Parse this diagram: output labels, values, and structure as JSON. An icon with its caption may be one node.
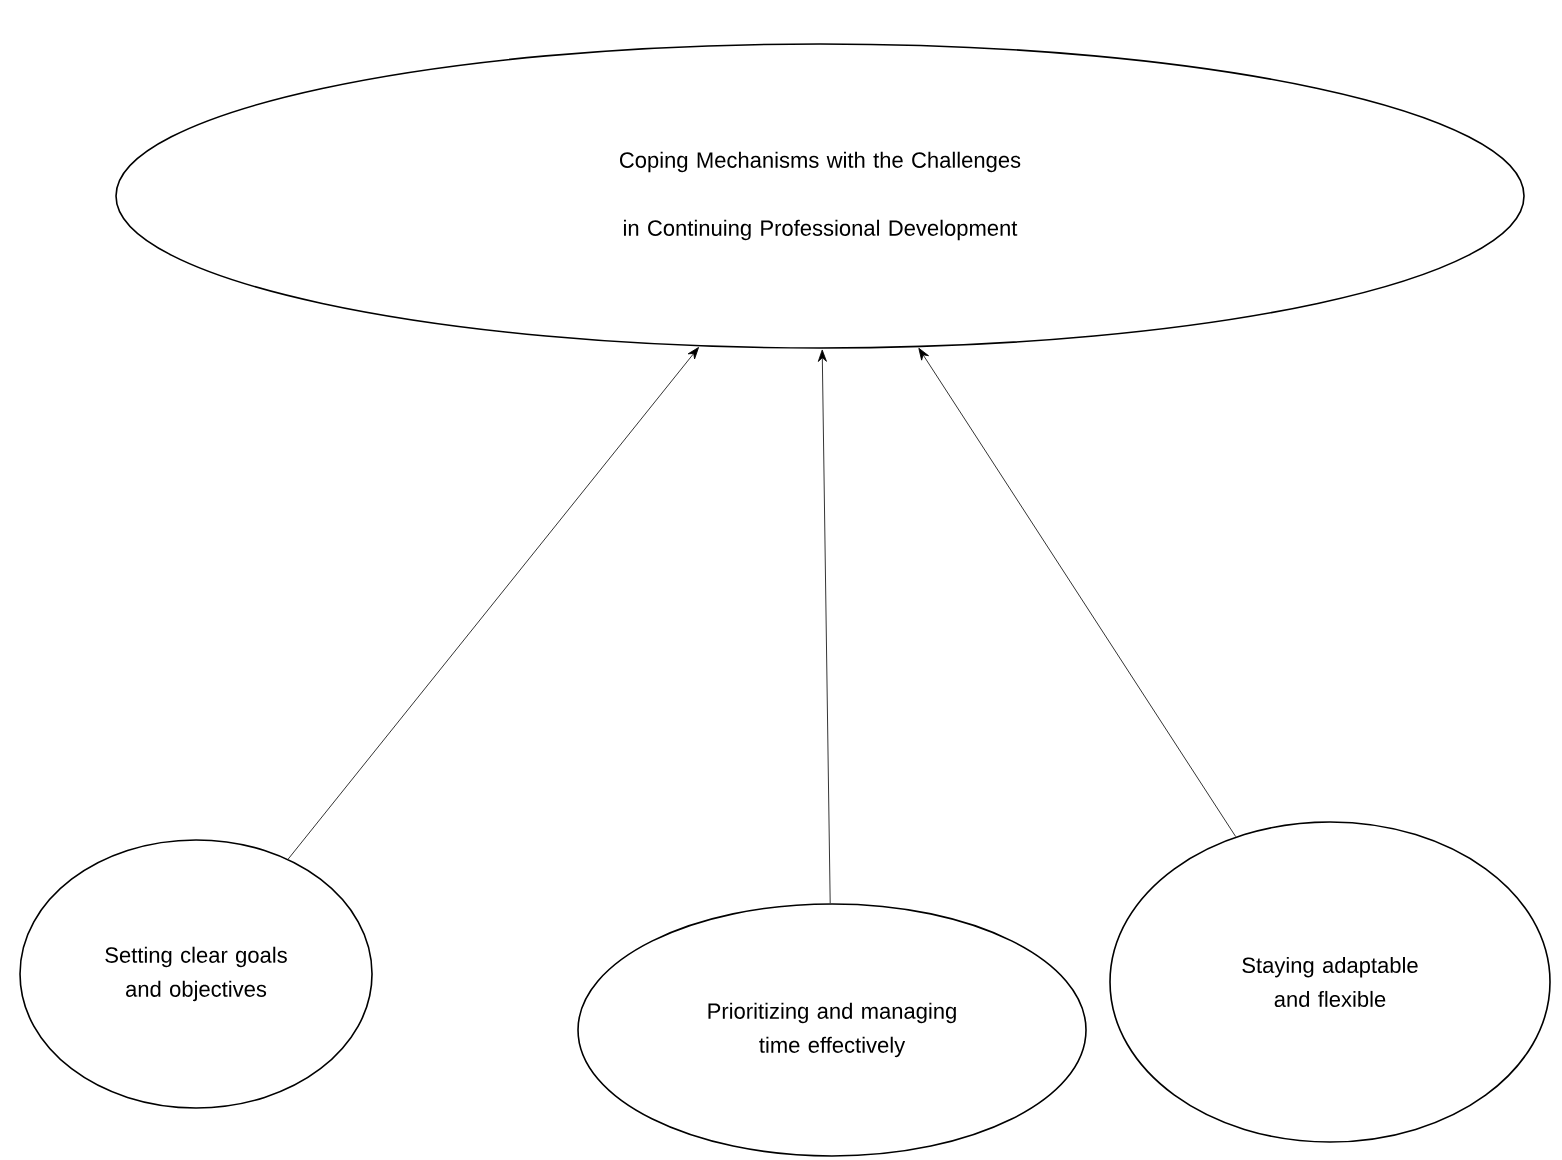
{
  "diagram": {
    "nodes": [
      {
        "text": [
          "Coping Mechanisms with the Challenges in Continuing Professional Development"
        ]
      },
      {
        "text": [
          "Setting clear goals and objectives"
        ]
      },
      {
        "text": [
          "Prioritizing and managing time effectively"
        ]
      },
      {
        "text": [
          "Staying adaptable and flexible"
        ]
      }
    ],
    "edges": [
      {
        "from": 1,
        "to": 0,
        "arrow": "to"
      },
      {
        "from": 2,
        "to": 0,
        "arrow": "to"
      },
      {
        "from": 3,
        "to": 0,
        "arrow": "to"
      }
    ]
  }
}
